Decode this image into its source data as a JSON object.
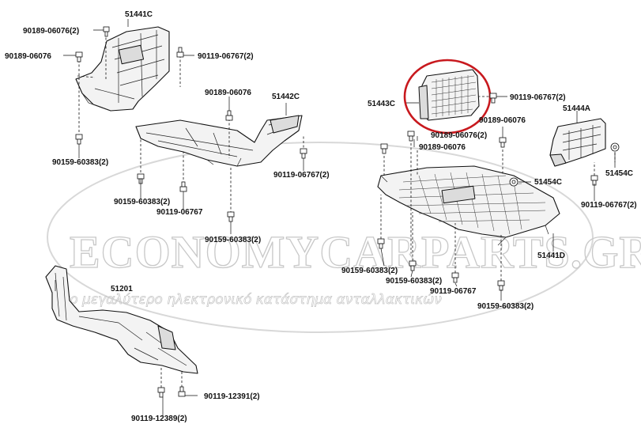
{
  "watermark": {
    "brand": "ECONOMYCARPARTS.GR",
    "tagline": "το μεγαλύτερο ηλεκτρονικό κατάστημα ανταλλακτικών"
  },
  "parts": {
    "p51441C": "51441C",
    "p51442C": "51442C",
    "p51443C": "51443C",
    "p51444A": "51444A",
    "p51454C_a": "51454C",
    "p51454C_b": "51454C",
    "p51441D": "51441D",
    "p51201": "51201"
  },
  "fasteners": {
    "f1": "90189-06076(2)",
    "f2": "90189-06076",
    "f3": "90119-06767(2)",
    "f4": "90189-06076",
    "f5": "90159-60383(2)",
    "f6": "90119-06767(2)",
    "f7": "90159-60383(2)",
    "f8": "90119-06767",
    "f9": "90159-60383(2)",
    "f10": "90119-06767(2)",
    "f11": "90189-06076(2)",
    "f12": "90189-06076",
    "f13": "90189-06076",
    "f14": "90119-06767(2)",
    "f15": "90159-60383(2)",
    "f16": "90159-60383(2)",
    "f17": "90119-06767",
    "f18": "90159-60383(2)",
    "f19": "90119-12391(2)",
    "f20": "90119-12389(2)"
  },
  "highlight": {
    "part": "51443C",
    "color": "#c8191e"
  }
}
